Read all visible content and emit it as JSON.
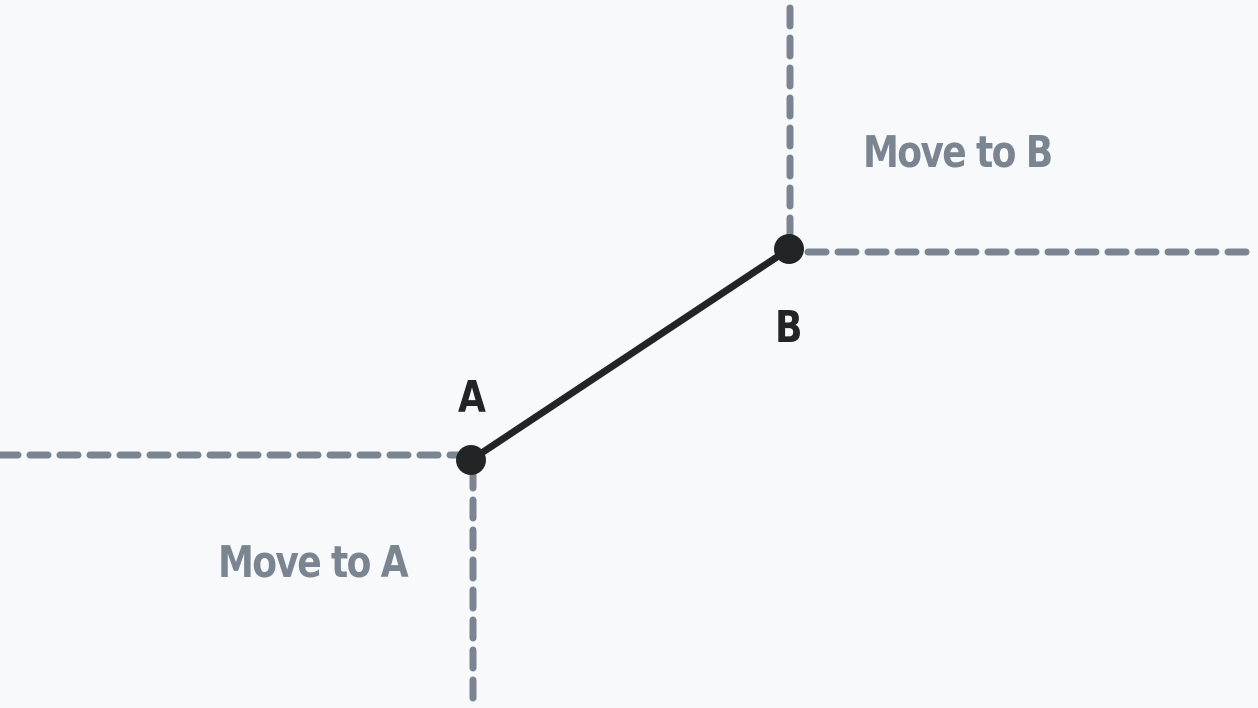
{
  "diagram": {
    "point_a": {
      "label": "A"
    },
    "point_b": {
      "label": "B"
    },
    "zone_a_label": "Move to A",
    "zone_b_label": "Move to B"
  },
  "colors": {
    "background": "#f8f9fa",
    "guide_lines": "#7a8591",
    "segment": "#222426"
  }
}
